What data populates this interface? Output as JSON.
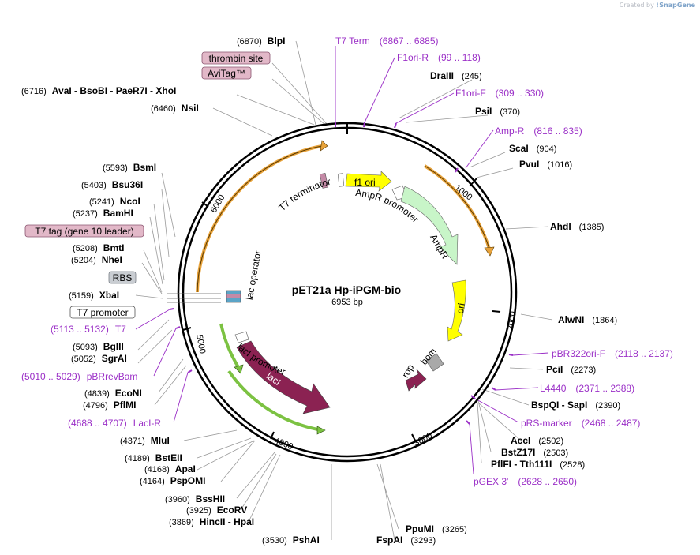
{
  "credit": {
    "prefix": "Created by",
    "brand": "SnapGene"
  },
  "plasmid": {
    "name": "pET21a Hp-iPGM-bio",
    "size_label": "6953 bp",
    "length": 6953
  },
  "colors": {
    "backbone": "#000000",
    "primer": "#9b30c7",
    "orf_orange": "#e8a33b",
    "orf_green": "#7cc242",
    "ampr": "#c8f5c8",
    "ori": "#ffff00",
    "laci": "#8b2252",
    "rop": "#8b2252",
    "bom": "#a9a9a9",
    "box_pink": "#e2b8c8",
    "box_gray": "#c9cdd2"
  },
  "ticks": [
    "1000",
    "2000",
    "3000",
    "4000",
    "5000",
    "6000"
  ],
  "site_labels": [
    {
      "pos": "(6870)",
      "name": "BlpI"
    },
    {
      "pos": "(245)",
      "name": "DraIII"
    },
    {
      "pos": "(6716)",
      "name": "AvaI - BsoBI - PaeR7I - XhoI"
    },
    {
      "pos": "(6460)",
      "name": "NsiI"
    },
    {
      "pos": "(370)",
      "name": "PsiI"
    },
    {
      "pos": "(904)",
      "name": "ScaI"
    },
    {
      "pos": "(1016)",
      "name": "PvuI"
    },
    {
      "pos": "(5593)",
      "name": "BsmI"
    },
    {
      "pos": "(5403)",
      "name": "Bsu36I"
    },
    {
      "pos": "(5241)",
      "name": "NcoI"
    },
    {
      "pos": "(5237)",
      "name": "BamHI"
    },
    {
      "pos": "(1385)",
      "name": "AhdI"
    },
    {
      "pos": "(5208)",
      "name": "BmtI"
    },
    {
      "pos": "(5204)",
      "name": "NheI"
    },
    {
      "pos": "(5159)",
      "name": "XbaI"
    },
    {
      "pos": "(1864)",
      "name": "AlwNI"
    },
    {
      "pos": "(5093)",
      "name": "BglII"
    },
    {
      "pos": "(5052)",
      "name": "SgrAI"
    },
    {
      "pos": "(2273)",
      "name": "PciI"
    },
    {
      "pos": "(4839)",
      "name": "EcoNI"
    },
    {
      "pos": "(4796)",
      "name": "PflMI"
    },
    {
      "pos": "(2390)",
      "name": "BspQI - SapI"
    },
    {
      "pos": "(4371)",
      "name": "MluI"
    },
    {
      "pos": "(2502)",
      "name": "AccI"
    },
    {
      "pos": "(4189)",
      "name": "BstEII"
    },
    {
      "pos": "(2503)",
      "name": "BstZ17I"
    },
    {
      "pos": "(4168)",
      "name": "ApaI"
    },
    {
      "pos": "(2528)",
      "name": "PflFI - Tth111I"
    },
    {
      "pos": "(4164)",
      "name": "PspOMI"
    },
    {
      "pos": "(3960)",
      "name": "BssHII"
    },
    {
      "pos": "(3925)",
      "name": "EcoRV"
    },
    {
      "pos": "(3869)",
      "name": "HincII - HpaI"
    },
    {
      "pos": "(3265)",
      "name": "PpuMI"
    },
    {
      "pos": "(3530)",
      "name": "PshAI"
    },
    {
      "pos": "(3293)",
      "name": "FspAI"
    }
  ],
  "primer_labels": [
    {
      "name": "T7 Term",
      "range": "(6867 .. 6885)"
    },
    {
      "name": "F1ori-R",
      "range": "(99 .. 118)"
    },
    {
      "name": "F1ori-F",
      "range": "(309 .. 330)"
    },
    {
      "name": "Amp-R",
      "range": "(816 .. 835)"
    },
    {
      "name": "T7",
      "range": "(5113 .. 5132)"
    },
    {
      "name": "pBRrevBam",
      "range": "(5010 .. 5029)"
    },
    {
      "name": "pBR322ori-F",
      "range": "(2118 .. 2137)"
    },
    {
      "name": "L4440",
      "range": "(2371 .. 2388)"
    },
    {
      "name": "LacI-R",
      "range": "(4688 .. 4707)"
    },
    {
      "name": "pRS-marker",
      "range": "(2468 .. 2487)"
    },
    {
      "name": "pGEX 3'",
      "range": "(2628 .. 2650)"
    }
  ],
  "boxed_labels": [
    "thrombin site",
    "AviTag™",
    "T7 tag (gene 10 leader)",
    "RBS",
    "T7 promoter"
  ],
  "feature_labels": [
    "T7 terminator",
    "f1 ori",
    "AmpR promoter",
    "AmpR",
    "ori",
    "rop",
    "bom",
    "lac operator",
    "lacI promoter",
    "lacI"
  ]
}
